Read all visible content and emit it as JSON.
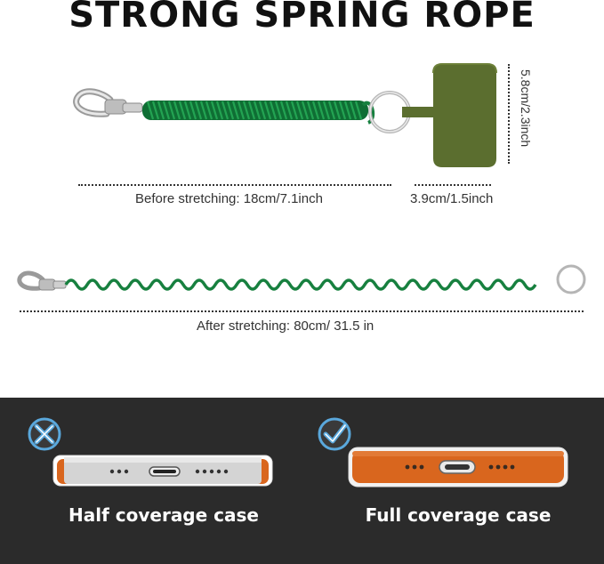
{
  "title": "STRONG SPRING ROPE",
  "measurements": {
    "before_stretching": "Before stretching: 18cm/7.1inch",
    "patch_width": "3.9cm/1.5inch",
    "patch_height": "5.8cm/2.3inch",
    "after_stretching": "After stretching: 80cm/ 31.5 in"
  },
  "cases": [
    {
      "label": "Half coverage case",
      "status": "incorrect"
    },
    {
      "label": "Full coverage case",
      "status": "correct"
    }
  ],
  "colors": {
    "spring_green": "#17803f",
    "patch_olive": "#5b6e2f",
    "case_orange": "#d9661e",
    "phone_silver": "#d4d4d4",
    "bottom_background": "#2b2b2b",
    "badge_blue": "#5aa8dc"
  }
}
